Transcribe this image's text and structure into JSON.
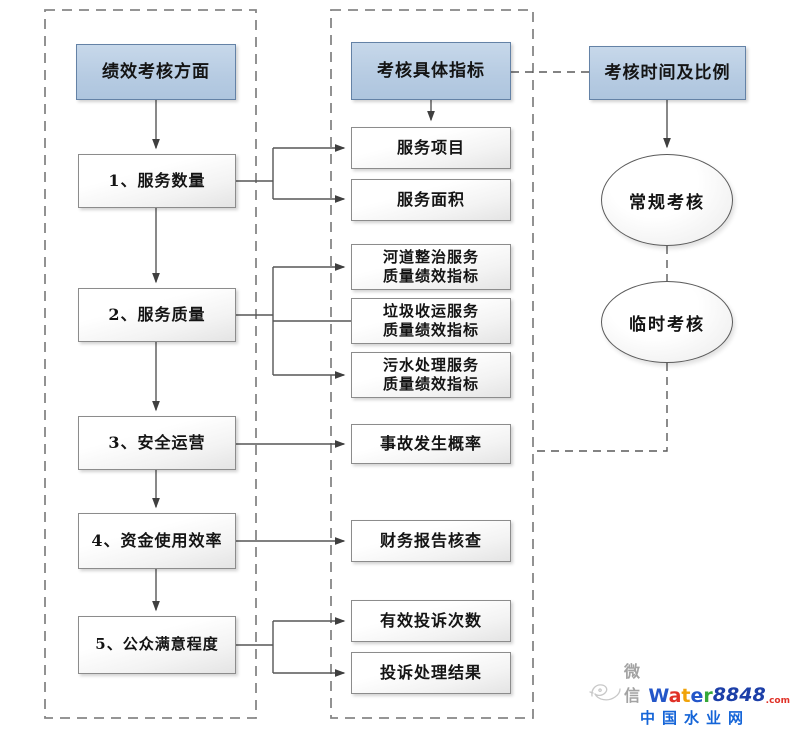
{
  "diagram": {
    "left": {
      "header": "绩效考核方面",
      "items": [
        "1、服务数量",
        "2、服务质量",
        "3、安全运营",
        "4、资金使用效率",
        "5、公众满意程度"
      ]
    },
    "middle": {
      "header": "考核具体指标",
      "items": [
        "服务项目",
        "服务面积",
        "河道整治服务\n质量绩效指标",
        "垃圾收运服务\n质量绩效指标",
        "污水处理服务\n质量绩效指标",
        "事故发生概率",
        "财务报告核查",
        "有效投诉次数",
        "投诉处理结果"
      ]
    },
    "right": {
      "header": "考核时间及比例",
      "ellipses": [
        "常规考核",
        "临时考核"
      ]
    }
  },
  "watermark": {
    "wechat_label": "微信",
    "brand_letters": [
      "W",
      "a",
      "t",
      "e",
      "r"
    ],
    "brand_number": "8848",
    "brand_tld": ".com",
    "site_name": "中国水业网"
  },
  "colors": {
    "header_fill": "#b9cde4",
    "header_border": "#6482a6",
    "box_border": "#8c8c8c",
    "line": "#565656"
  }
}
